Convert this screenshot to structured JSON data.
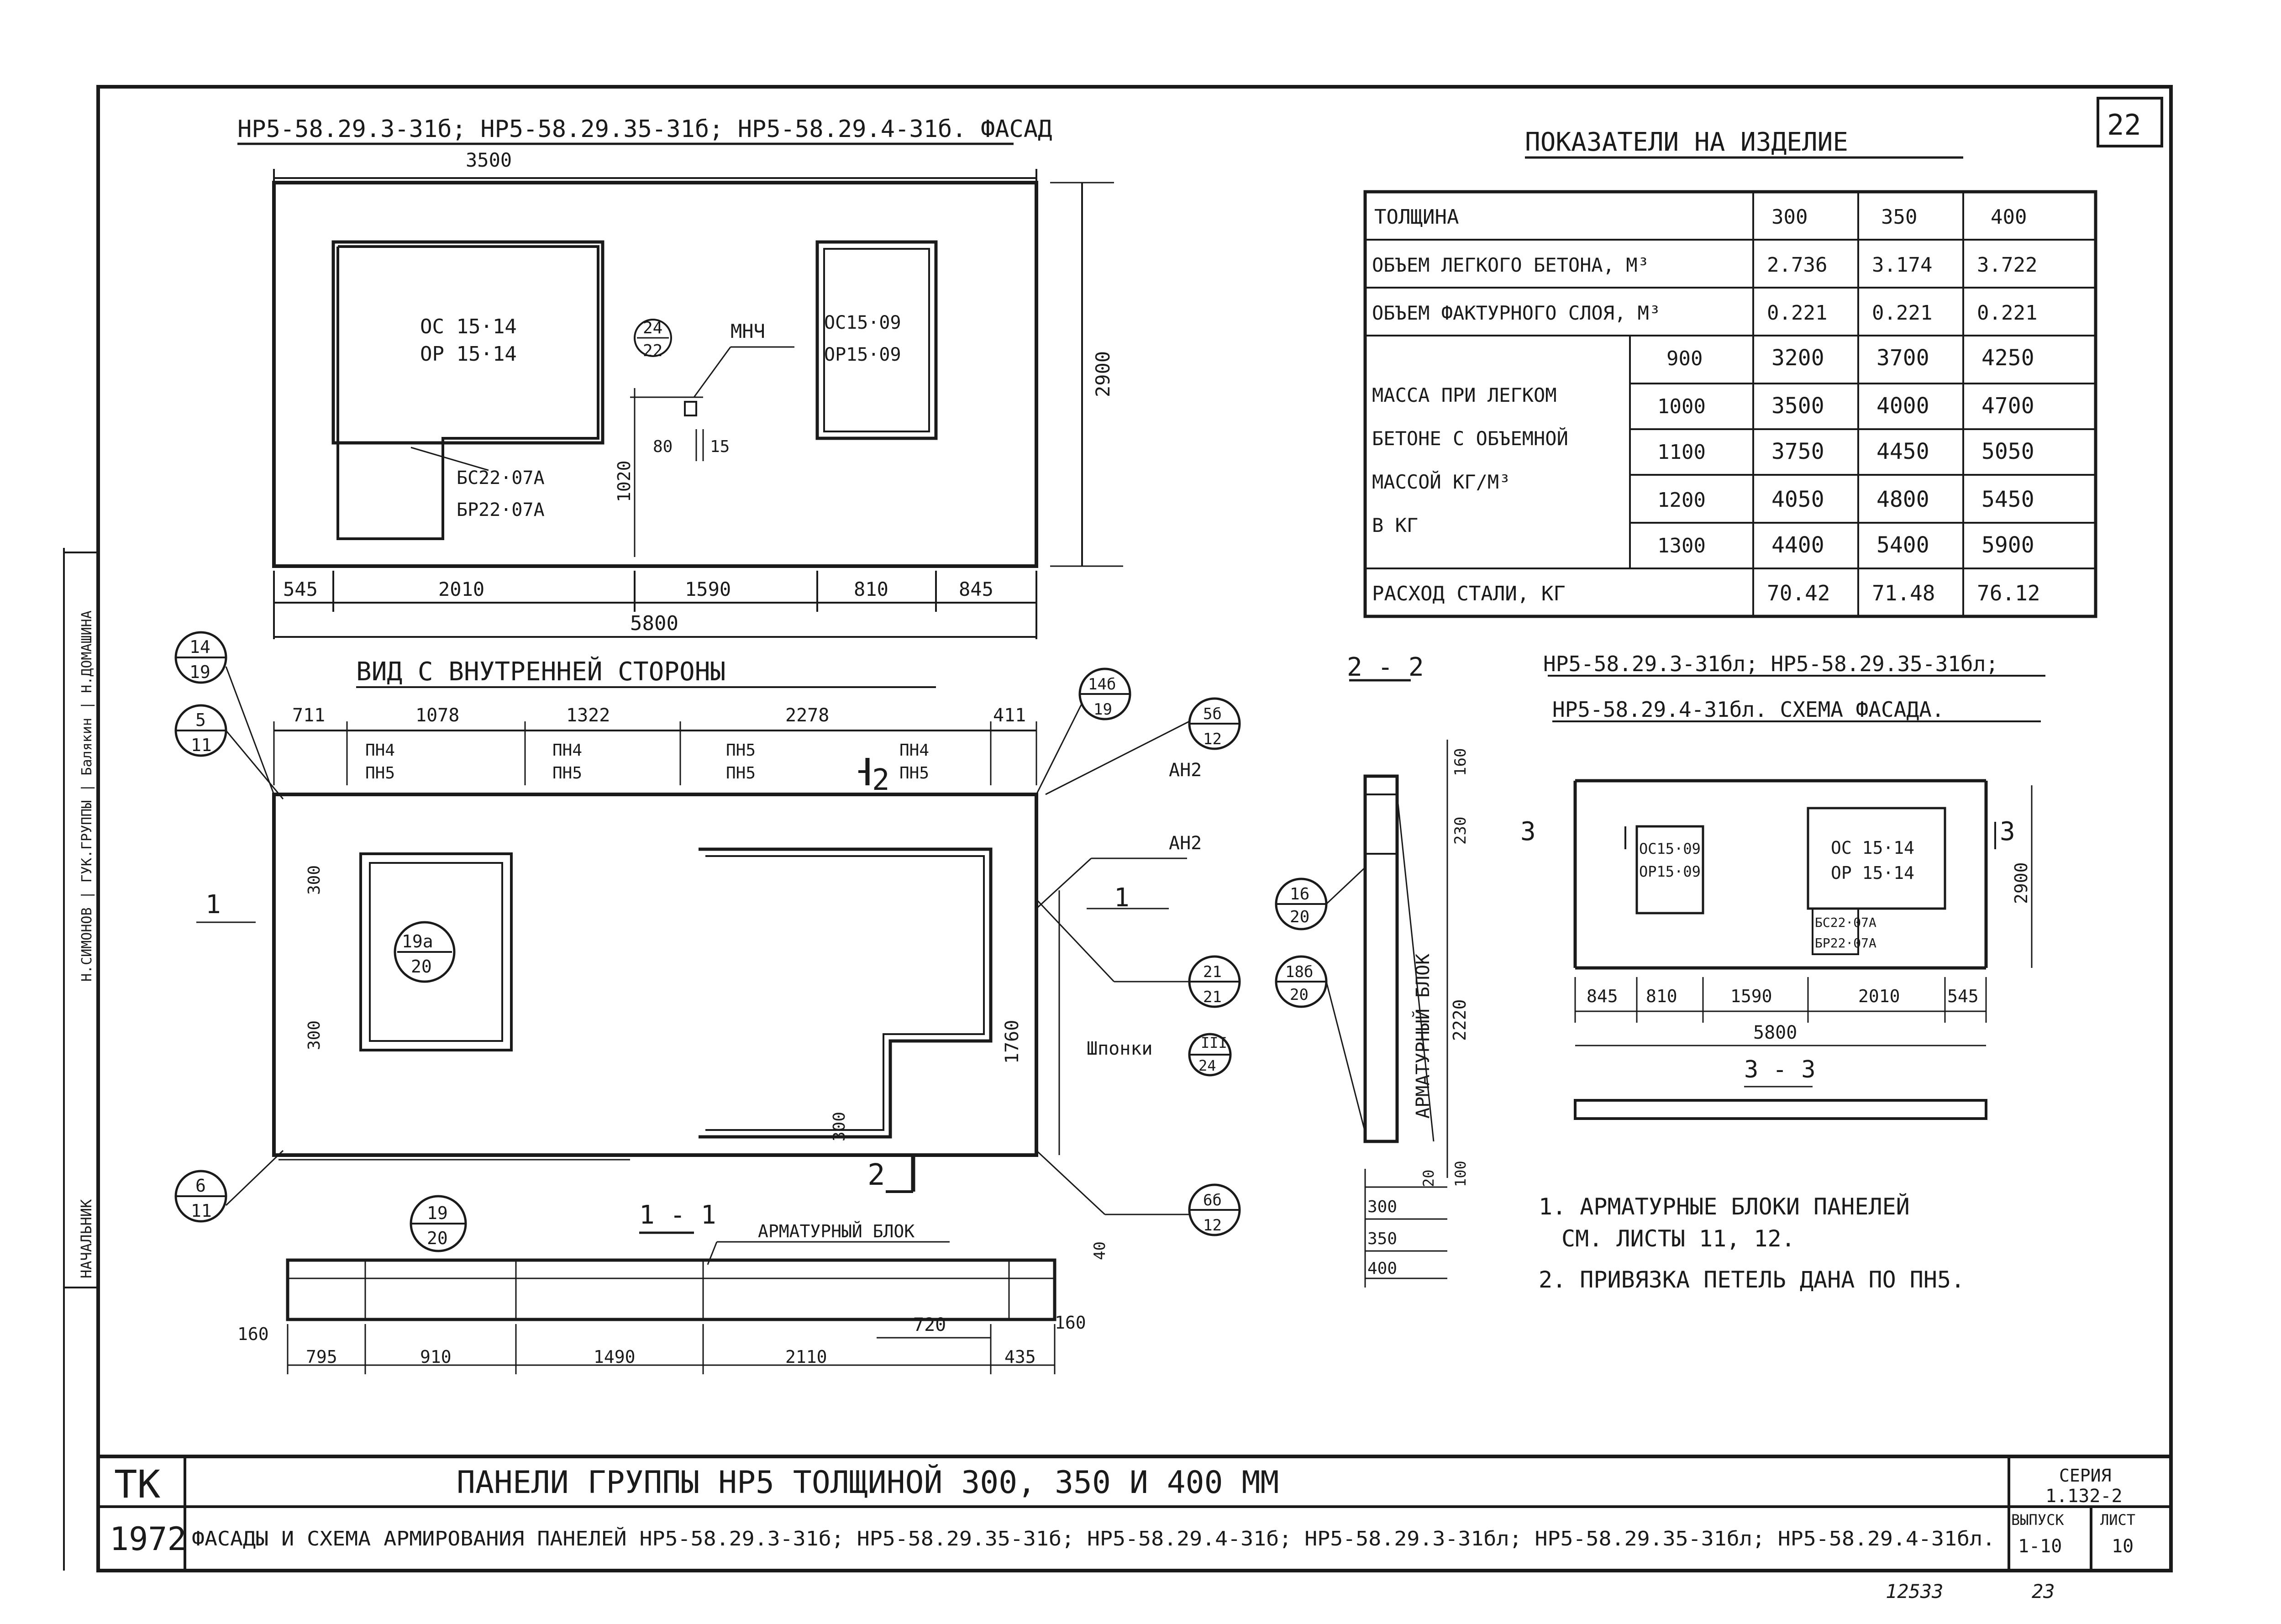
{
  "sheet": {
    "page_number": "22",
    "page_number_bottom": "23",
    "archive_number": "12533",
    "side_stamp": "Н.СИМОНОВ | ГУК.ГРУППЫ | Балякин | Н.ДОМАШИНА",
    "side_label": "НАЧАЛЬНИК"
  },
  "facade": {
    "title": "НР5-58.29.3-31б; НР5-58.29.35-31б; НР5-58.29.4-31б. ФАСАД",
    "dim_top": "3500",
    "dim_height": "2900",
    "dims_bottom": [
      "545",
      "2010",
      "1590",
      "810",
      "845"
    ],
    "dim_total": "5800",
    "window_left_top": "ОС 15·14",
    "window_left_bottom": "ОР 15·14",
    "window_right_top": "ОС15·09",
    "window_right_bottom": "ОР15·09",
    "door_top": "БС22·07А",
    "door_bottom": "БР22·07А",
    "callout_top": "24",
    "callout_bottom": "22",
    "mnch_label": "МНЧ",
    "dim_80": "80",
    "dim_15": "15",
    "dim_1020": "1020"
  },
  "inner_view": {
    "title": "ВИД С ВНУТРЕННЕЙ СТОРОНЫ",
    "dims_top": [
      "711",
      "1078",
      "1322",
      "2278",
      "411"
    ],
    "loops": [
      {
        "top": "ПН4",
        "bottom": "ПН5"
      },
      {
        "top": "ПН4",
        "bottom": "ПН5"
      },
      {
        "top": "ПН5",
        "bottom": "ПН5"
      },
      {
        "top": "ПН4",
        "bottom": "ПН5"
      }
    ],
    "section_2_label": "2",
    "section_1_label": "1",
    "an2_label_top": "АН2",
    "an2_label_mid": "АН2",
    "shponki_label": "Шпонки",
    "shponki_top": "III",
    "shponki_bottom": "24",
    "dim_300_a": "300",
    "dim_300_b": "300",
    "dim_300_c": "300",
    "dim_1760": "1760",
    "callouts": [
      {
        "top": "14",
        "bottom": "19"
      },
      {
        "top": "5",
        "bottom": "11"
      },
      {
        "top": "14б",
        "bottom": "19"
      },
      {
        "top": "5б",
        "bottom": "12"
      },
      {
        "top": "19а",
        "bottom": "20"
      },
      {
        "top": "21",
        "bottom": "21"
      },
      {
        "top": "6",
        "bottom": "11"
      },
      {
        "top": "6б",
        "bottom": "12"
      }
    ]
  },
  "section_1_1": {
    "title": "1 - 1",
    "block_label": "АРМАТУРНЫЙ БЛОК",
    "callout_top": "19",
    "callout_bottom": "20",
    "dim_40": "40",
    "dim_160_left": "160",
    "dim_160_right": "160",
    "dim_720": "720",
    "dims_bottom": [
      "795",
      "910",
      "1490",
      "2110",
      "435"
    ]
  },
  "section_2_2": {
    "title": "2 - 2",
    "block_label": "АРМАТУРНЫЙ БЛОК",
    "dim_160": "160",
    "dim_230": "230",
    "dim_2220": "2220",
    "dim_20": "20",
    "dim_100": "100",
    "thicknesses": [
      "300",
      "350",
      "400"
    ],
    "callout_a_top": "16",
    "callout_a_bottom": "20",
    "callout_b_top": "18б",
    "callout_b_bottom": "20"
  },
  "indicators": {
    "title": "ПОКАЗАТЕЛИ НА ИЗДЕЛИЕ",
    "header": {
      "label": "ТОЛЩИНА",
      "values": [
        "300",
        "350",
        "400"
      ]
    },
    "rows": [
      {
        "label": "ОБЪЕМ ЛЕГКОГО БЕТОНА, М³",
        "values": [
          "2.736",
          "3.174",
          "3.722"
        ]
      },
      {
        "label": "ОБЪЕМ ФАКТУРНОГО СЛОЯ, М³",
        "values": [
          "0.221",
          "0.221",
          "0.221"
        ]
      }
    ],
    "mass_label_lines": [
      "МАССА ПРИ ЛЕГКОМ",
      "БЕТОНЕ С ОБЪЕМНОЙ",
      "МАССОЙ   КГ/М³",
      "В   КГ"
    ],
    "mass_rows": [
      {
        "density": "900",
        "values": [
          "3200",
          "3700",
          "4250"
        ]
      },
      {
        "density": "1000",
        "values": [
          "3500",
          "4000",
          "4700"
        ]
      },
      {
        "density": "1100",
        "values": [
          "3750",
          "4450",
          "5050"
        ]
      },
      {
        "density": "1200",
        "values": [
          "4050",
          "4800",
          "5450"
        ]
      },
      {
        "density": "1300",
        "values": [
          "4400",
          "5400",
          "5900"
        ]
      }
    ],
    "steel_row": {
      "label": "РАСХОД   СТАЛИ, КГ",
      "values": [
        "70.42",
        "71.48",
        "76.12"
      ]
    }
  },
  "facade_scheme": {
    "title_line1": "НР5-58.29.3-31бл; НР5-58.29.35-31бл;",
    "title_line2": "НР5-58.29.4-31бл. СХЕМА ФАСАДА.",
    "section_3_left": "3",
    "section_3_right": "3",
    "dim_height": "2900",
    "window_small_top": "ОС15·09",
    "window_small_bottom": "ОР15·09",
    "window_large_top": "ОС 15·14",
    "window_large_bottom": "ОР 15·14",
    "door_top": "БС22·07А",
    "door_bottom": "БР22·07А",
    "dims_bottom": [
      "845",
      "810",
      "1590",
      "2010",
      "545"
    ],
    "dim_total": "5800",
    "section_3_3": "3 - 3"
  },
  "notes": [
    "1. АРМАТУРНЫЕ БЛОКИ ПАНЕЛЕЙ",
    "СМ. ЛИСТЫ   11, 12.",
    "2. ПРИВЯЗКА  ПЕТЕЛЬ  ДАНА  ПО  ПН5."
  ],
  "title_block": {
    "org": "ТК",
    "year": "1972",
    "title": "ПАНЕЛИ  ГРУППЫ  НР5  ТОЛЩИНОЙ  300, 350  И  400 ММ",
    "subtitle": "ФАСАДЫ  И  СХЕМА  АРМИРОВАНИЯ  ПАНЕЛЕЙ   НР5-58.29.3-31б; НР5-58.29.35-31б; НР5-58.29.4-31б; НР5-58.29.3-31бл; НР5-58.29.35-31бл; НР5-58.29.4-31бл.",
    "series_label": "СЕРИЯ",
    "series_value": "1.132-2",
    "issue_label": "ВЫПУСК",
    "issue_value": "1-10",
    "sheet_label": "ЛИСТ",
    "sheet_value": "10"
  }
}
